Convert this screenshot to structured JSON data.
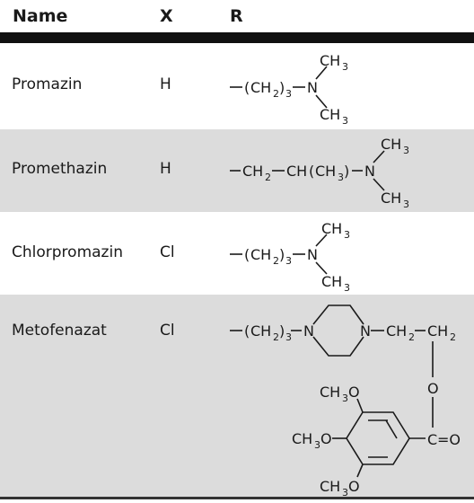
{
  "table": {
    "headers": {
      "name": "Name",
      "x": "X",
      "r": "R"
    },
    "rows": [
      {
        "name": "Promazin",
        "x": "H"
      },
      {
        "name": "Promethazin",
        "x": "H"
      },
      {
        "name": "Chlorpromazin",
        "x": "Cl"
      },
      {
        "name": "Metofenazat",
        "x": "Cl"
      }
    ]
  },
  "formulas": {
    "ch3": "CH",
    "sub3": "3",
    "sub2": "2",
    "n": "N",
    "o": "O",
    "c": "C",
    "dash": "—",
    "lparen": "(",
    "rparen": ")",
    "ch2": "CH",
    "ch": "CH",
    "eq_o": "=O"
  }
}
